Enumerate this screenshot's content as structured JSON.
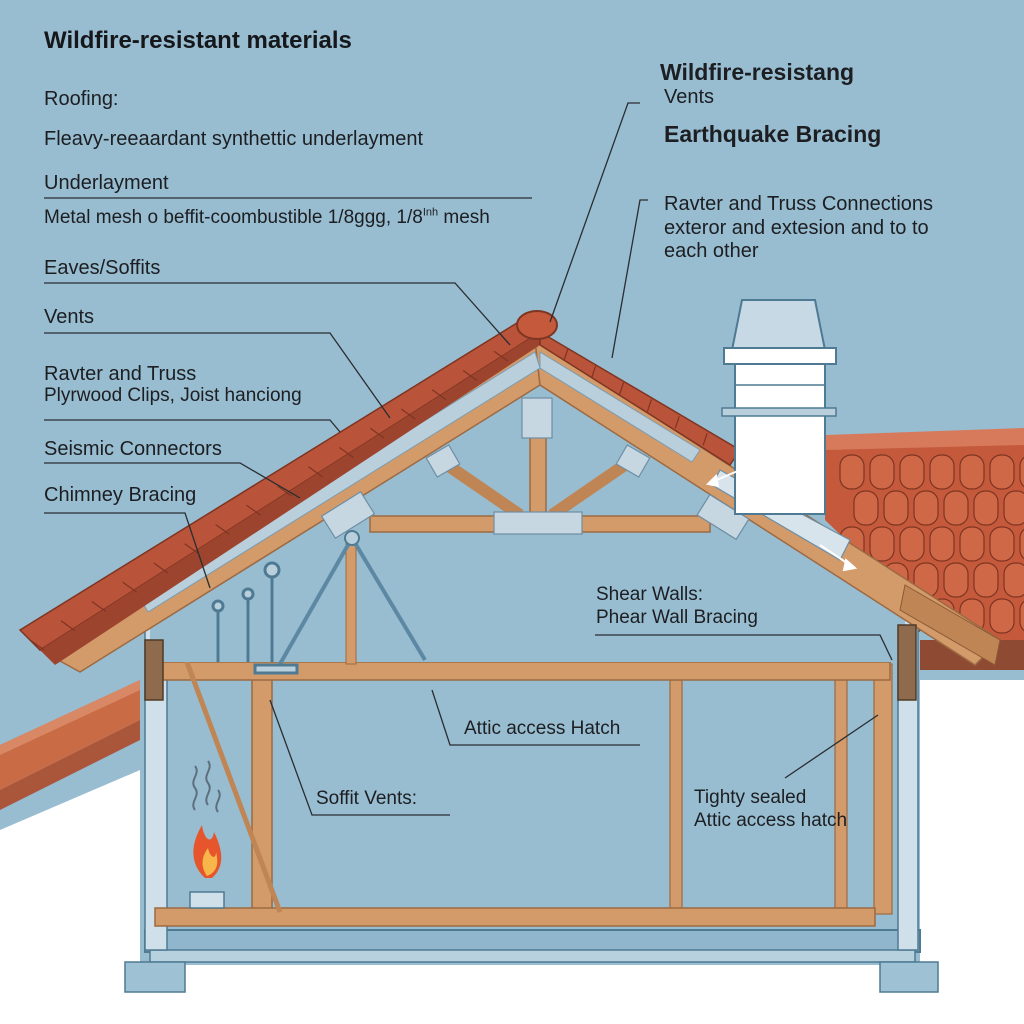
{
  "title": "Wildfire-resistant materials",
  "left_labels": {
    "roofing": "Roofing:",
    "underlayment_material": "Fleavy-reeaardant synthettic underlayment",
    "underlayment": "Underlayment",
    "mesh_prefix": "Metal mesh o beffit-coombustible 1/8ggg, 1/8",
    "mesh_sup": "Inh",
    "mesh_suffix": " mesh",
    "eaves": "Eaves/Soffits",
    "vents": "Vents",
    "rafter_truss": "Ravter and Truss",
    "plywood_clips": "Plyrwood Clips,  Joist hanciong",
    "seismic": "Seismic Connectors",
    "chimney": "Chimney Bracing"
  },
  "right_labels": {
    "wildfire_vents_title": "Wildfire-resistang",
    "wildfire_vents_sub": "Vents",
    "earthquake": "Earthquake Bracing",
    "rafter_line1": "Ravter and Truss Connections",
    "rafter_line2": "exteror and extesion and to to",
    "rafter_line3": "each other"
  },
  "interior_labels": {
    "shear_title": "Shear Walls:",
    "shear_sub": "Phear Wall Bracing",
    "attic_hatch": "Attic access Hatch",
    "soffit_vents": "Soffit Vents:",
    "sealed_line1": "Tighty sealed",
    "sealed_line2": "Attic access hatch"
  },
  "colors": {
    "sky": "#98bdd0",
    "roof_tile": "#b9533a",
    "timber": "#d39a6a",
    "metal": "#b9cfdc",
    "chimney": "#ffffff",
    "wall_frame": "#6f9cb6",
    "flame": "#e6552b"
  }
}
